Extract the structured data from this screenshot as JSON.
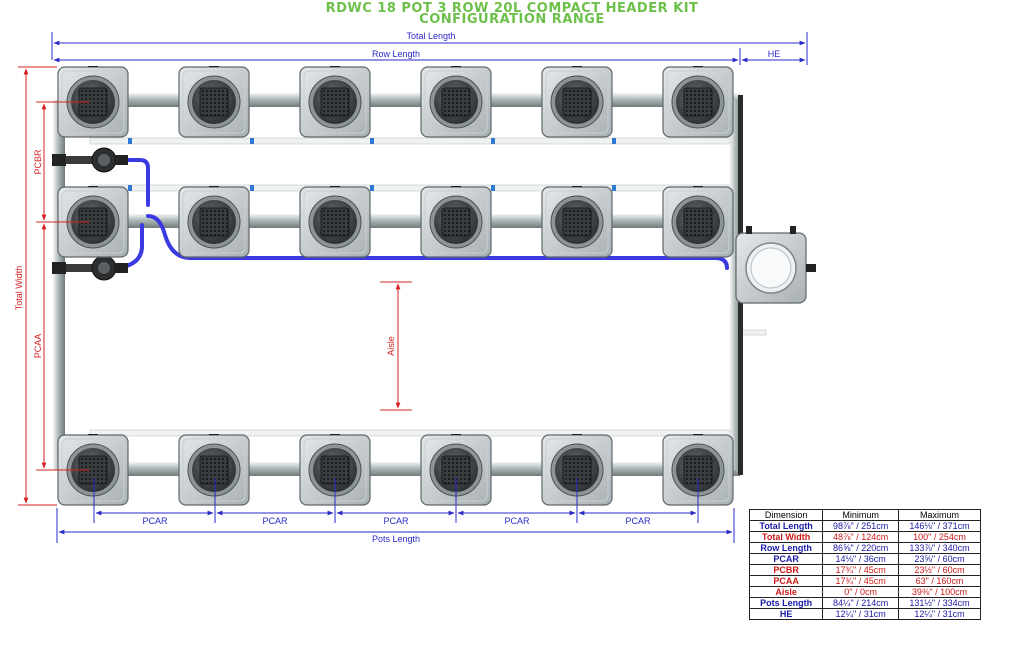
{
  "title_line1": "RDWC 18 POT 3 ROW 20L COMPACT HEADER KIT",
  "title_line2": "CONFIGURATION RANGE",
  "labels": {
    "total_length": "Total Length",
    "row_length": "Row Length",
    "he": "HE",
    "pcbr": "PCBR",
    "total_width": "Total Width",
    "pcaa": "PCAA",
    "aisle": "Aisle",
    "pcar": "PCAR",
    "pots_length": "Pots Length"
  },
  "colors": {
    "blue_dim": "#2a2ac8",
    "red_dim": "#d42020",
    "title_green": "#6cc04a",
    "hose": "#3a3ae0"
  },
  "table": {
    "headers": [
      "Dimension",
      "Minimum",
      "Maximum"
    ],
    "rows": [
      {
        "name": "Total Length",
        "min": "98⅞\" / 251cm",
        "max": "146⅛\" / 371cm",
        "color": "#1a1aa8"
      },
      {
        "name": "Total Width",
        "min": "48⅞\" / 124cm",
        "max": "100\" / 254cm",
        "color": "#cc1a1a"
      },
      {
        "name": "Row Length",
        "min": "86⅝\" / 220cm",
        "max": "133⅞\" / 340cm",
        "color": "#1a1aa8"
      },
      {
        "name": "PCAR",
        "min": "14⅛\" / 36cm",
        "max": "23⅝\" / 60cm",
        "color": "#1a1aa8"
      },
      {
        "name": "PCBR",
        "min": "17¾\" / 45cm",
        "max": "23½\" / 60cm",
        "color": "#cc1a1a"
      },
      {
        "name": "PCAA",
        "min": "17¾\" / 45cm",
        "max": "63\" / 160cm",
        "color": "#cc1a1a"
      },
      {
        "name": "Aisle",
        "min": "0\" / 0cm",
        "max": "39⅜\" / 100cm",
        "color": "#cc1a1a"
      },
      {
        "name": "Pots Length",
        "min": "84¼\" / 214cm",
        "max": "131½\" / 334cm",
        "color": "#1a1aa8"
      },
      {
        "name": "HE",
        "min": "12¼\" / 31cm",
        "max": "12¼\" / 31cm",
        "color": "#1a1aa8"
      }
    ]
  }
}
